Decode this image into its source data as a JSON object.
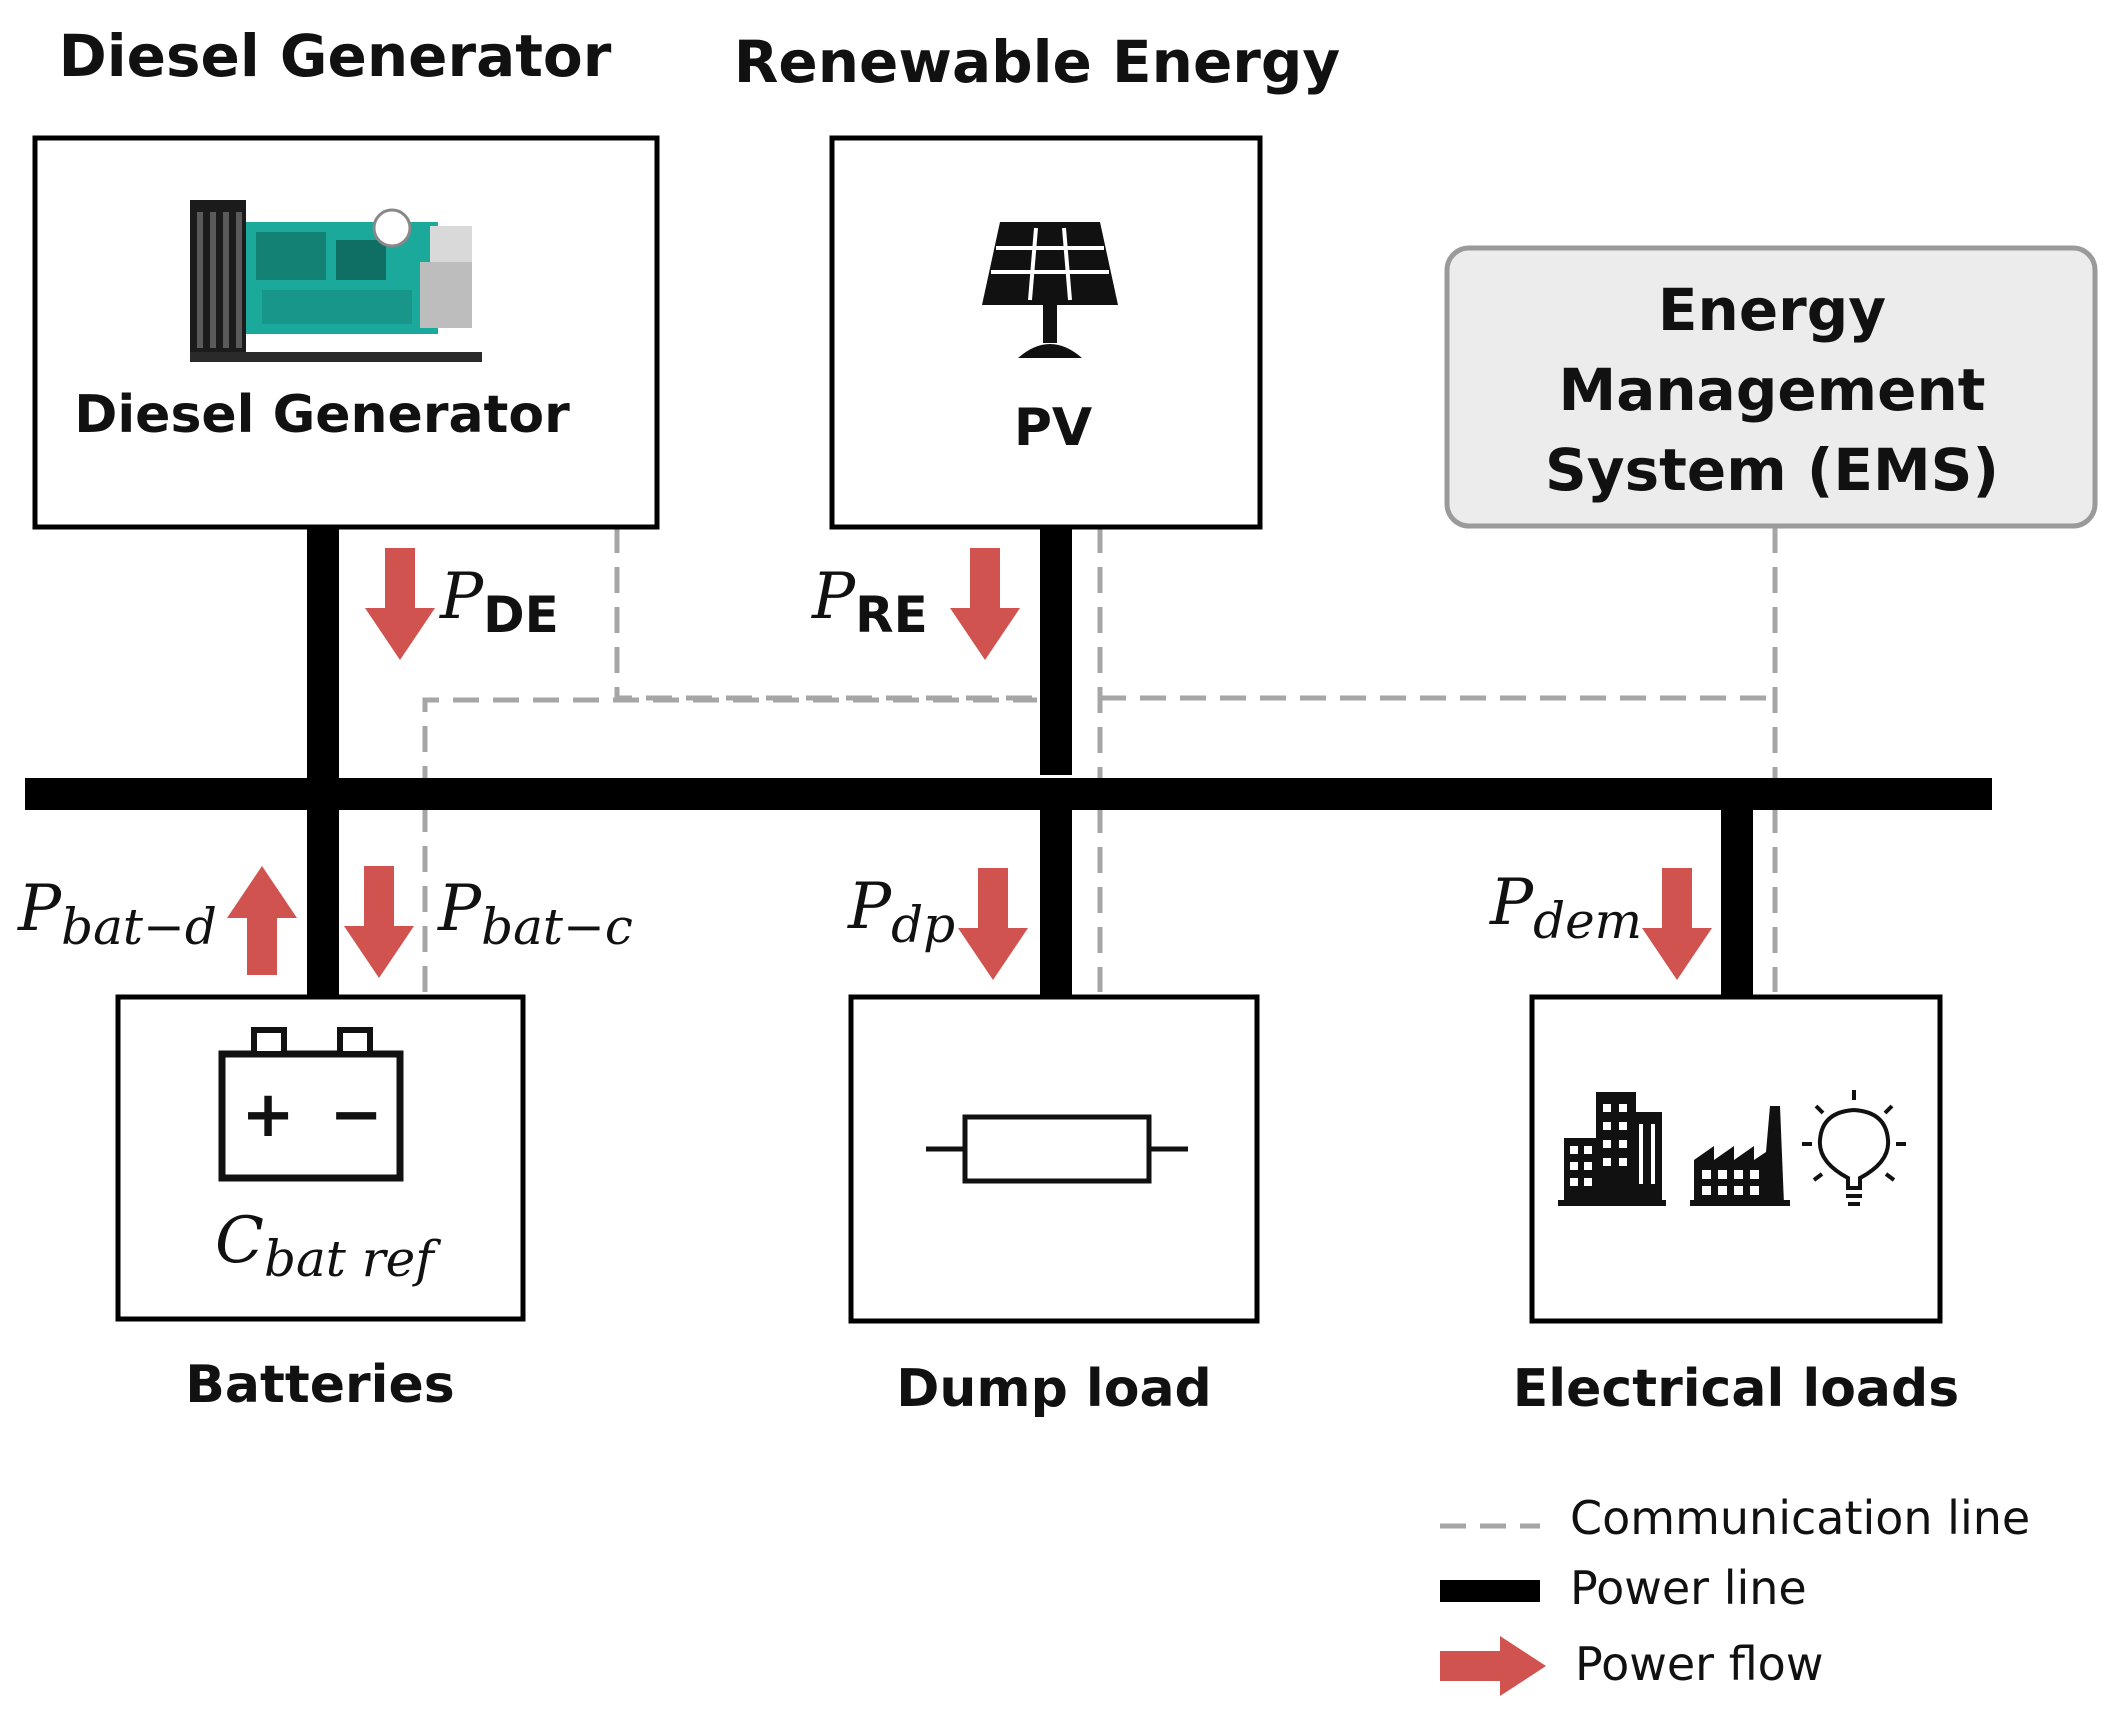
{
  "labels": {
    "diesel_title": "Diesel Generator",
    "renewable_title": "Renewable Energy",
    "diesel_box": "Diesel Generator",
    "pv_box": "PV",
    "ems_line1": "Energy",
    "ems_line2": "Management",
    "ems_line3": "System (EMS)",
    "batteries": "Batteries",
    "dump_load": "Dump load",
    "electrical_loads": "Electrical loads"
  },
  "math": {
    "p_de": {
      "base": "P",
      "sub": "DE"
    },
    "p_re": {
      "base": "P",
      "sub": "RE"
    },
    "p_bat_d": {
      "base": "P",
      "sub": "bat−d"
    },
    "p_bat_c": {
      "base": "P",
      "sub": "bat−c"
    },
    "p_dp": {
      "base": "P",
      "sub": "dp"
    },
    "p_dem": {
      "base": "P",
      "sub": "dem"
    },
    "c_bat_ref": {
      "base": "C",
      "sub": "bat ref"
    }
  },
  "battery_symbols": {
    "plus": "+",
    "minus": "−"
  },
  "legend": {
    "communication": "Communication line",
    "power_line": "Power line",
    "power_flow": "Power flow"
  },
  "colors": {
    "power_line": "#000000",
    "communication_line": "#a6a6a6",
    "power_flow_arrow": "#d0534f",
    "ems_fill": "#ececec",
    "generator_body": "#1aa99b"
  },
  "icons": {
    "diesel_generator": "diesel-generator-icon",
    "pv": "solar-panel-icon",
    "battery": "battery-icon",
    "resistor": "resistor-icon",
    "building": "building-icon",
    "factory": "factory-icon",
    "lightbulb": "lightbulb-icon"
  }
}
